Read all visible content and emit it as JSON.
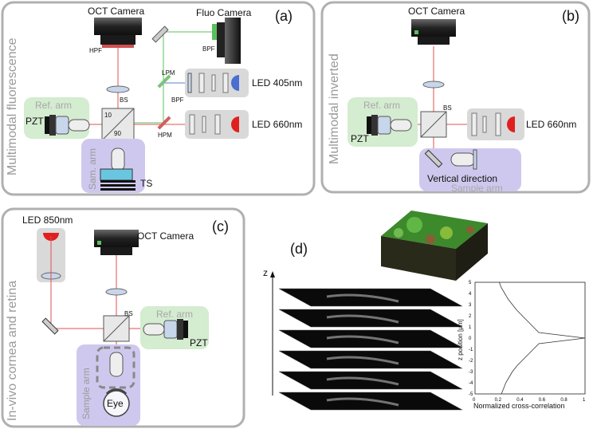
{
  "colors": {
    "frame": "#b0b0b0",
    "ref_arm": "#d4ecd0",
    "sample_arm": "#cfc8ee",
    "led_box": "#d9d9d9",
    "beam_red": "#e05050",
    "beam_green": "#5cbf5c",
    "beam_blue": "#5c7fd0",
    "led_red": "#e02020",
    "led_blue": "#4a6fd0",
    "lens": "#c8d6ec"
  },
  "panel_a": {
    "tag": "(a)",
    "side_title": "Multimodal fluorescence",
    "oct_camera": "OCT Camera",
    "fluo_camera": "Fluo Camera",
    "hpf": "HPF",
    "bpf_top": "BPF",
    "lpm": "LPM",
    "bpf_mid": "BPF",
    "led_405": "LED 405nm",
    "led_660": "LED 660nm",
    "ref_arm": "Ref. arm",
    "pzt": "PZT",
    "bs": "BS",
    "bs_10": "10",
    "bs_90": "90",
    "hpm": "HPM",
    "sample_arm": "Sam. arm",
    "ts": "TS"
  },
  "panel_b": {
    "tag": "(b)",
    "side_title": "Multimodal inverted",
    "oct_camera": "OCT Camera",
    "ref_arm": "Ref. arm",
    "pzt": "PZT",
    "bs": "BS",
    "led_660": "LED 660nm",
    "vertical_direction": "Vertical direction",
    "sample_arm": "Sample arm"
  },
  "panel_c": {
    "tag": "(c)",
    "side_title": "In-vivo cornea and retina",
    "led_850": "LED 850nm",
    "oct_camera": "OCT Camera",
    "ref_arm": "Ref. arm",
    "pzt": "PZT",
    "bs": "BS",
    "sample_arm": "Sample arm",
    "eye": "Eye"
  },
  "panel_d": {
    "tag": "(d)",
    "z_axis": "z",
    "plot": {
      "ylabel": "z position [μm]",
      "xlabel": "Normalized cross-correlation",
      "xticks": [
        "0",
        "0.2",
        "0.4",
        "0.6",
        "0.8",
        "1"
      ],
      "yticks": [
        "5",
        "4",
        "3",
        "2",
        "1",
        "0",
        "-1",
        "-2",
        "-3",
        "-4",
        "-5"
      ]
    }
  },
  "chart_data": {
    "type": "line",
    "title": "",
    "xlabel": "Normalized cross-correlation",
    "ylabel": "z position [μm]",
    "xlim": [
      0,
      1
    ],
    "ylim": [
      -5,
      5
    ],
    "series": [
      {
        "x": [
          0.22,
          0.24,
          0.27,
          0.3,
          0.34,
          0.38,
          0.43,
          0.48,
          0.53,
          0.58,
          1.0,
          0.58,
          0.53,
          0.48,
          0.43,
          0.38,
          0.34,
          0.31,
          0.28,
          0.26,
          0.24
        ],
        "y": [
          5,
          4.5,
          4,
          3.5,
          3,
          2.5,
          2,
          1.5,
          1,
          0.5,
          0,
          -0.5,
          -1,
          -1.5,
          -2,
          -2.5,
          -3,
          -3.5,
          -4,
          -4.5,
          -5
        ]
      }
    ]
  }
}
